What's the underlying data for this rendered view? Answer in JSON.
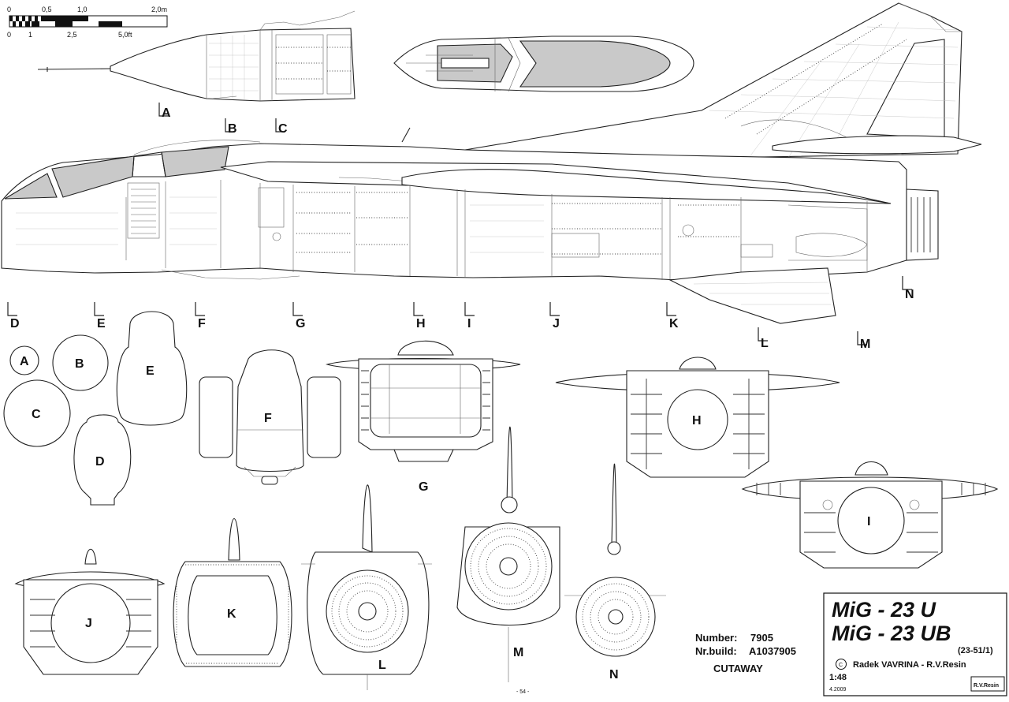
{
  "scale_bar": {
    "metric_labels": [
      "0",
      "0,5",
      "1,0",
      "2,0m"
    ],
    "imperial_labels": [
      "0",
      "1",
      "2,5",
      "5,0ft"
    ]
  },
  "cut_labels": [
    "A",
    "B",
    "C",
    "D",
    "E",
    "F",
    "G",
    "H",
    "I",
    "J",
    "K",
    "L",
    "M",
    "N"
  ],
  "section_labels": [
    "A",
    "B",
    "C",
    "D",
    "E",
    "F",
    "G",
    "H",
    "I",
    "J",
    "K",
    "L",
    "M",
    "N"
  ],
  "info": {
    "number_label": "Number:",
    "number_value": "7905",
    "build_label": "Nr.build:",
    "build_value": "A1037905",
    "view_title": "CUTAWAY",
    "page_number": "- 54 -"
  },
  "title_block": {
    "title_line1": "MiG - 23 U",
    "title_line2": "MiG - 23 UB",
    "subtitle": "(23-51/1)",
    "copyright_symbol": "C",
    "author": "Radek VAVRINA - R.V.Resin",
    "scale": "1:48",
    "date": "4.2009",
    "logo_text": "R.V.Resin"
  }
}
